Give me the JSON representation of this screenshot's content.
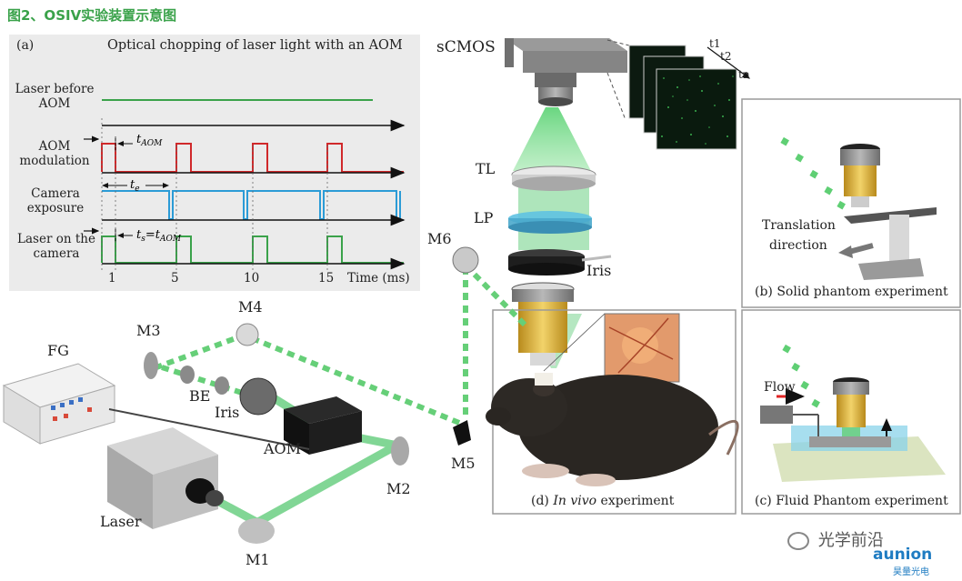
{
  "figure_title": "图2、OSIV实验装置示意图",
  "panel_a": {
    "tag": "(a)",
    "title": "Optical chopping of laser light with an AOM",
    "row_laser_before": "Laser before AOM",
    "row_aom_mod": "AOM modulation",
    "row_camera": "Camera exposure",
    "row_laser_on": "Laser on the camera",
    "t_aom": "tAOM",
    "t_e": "te",
    "t_s": "ts=tAOM",
    "ticks": [
      "1",
      "5",
      "10",
      "15"
    ],
    "time_axis": "Time (ms)",
    "colors": {
      "laser": "#3aa24a",
      "aom": "#d0282a",
      "camera": "#2b9bd6"
    }
  },
  "setup": {
    "sCMOS": "sCMOS",
    "t1": "t1",
    "t2": "t2",
    "tn": "tn",
    "TL": "TL",
    "LP": "LP",
    "Iris_upper": "Iris",
    "M6": "M6",
    "M4": "M4",
    "M3": "M3",
    "BE": "BE",
    "Iris_lower": "Iris",
    "FG": "FG",
    "AOM": "AOM",
    "M5": "M5",
    "M2": "M2",
    "Laser": "Laser",
    "M1": "M1"
  },
  "panel_b": {
    "translation": "Translation",
    "direction": "direction",
    "caption": "(b) Solid phantom experiment"
  },
  "panel_c": {
    "flow": "Flow",
    "caption": "(c) Fluid Phantom experiment"
  },
  "panel_d": {
    "caption_italic": "In vivo",
    "caption_rest": " experiment"
  },
  "watermark": {
    "wechat": "光学前沿",
    "brand": "aunion",
    "brand_cn": "昊量光电"
  }
}
